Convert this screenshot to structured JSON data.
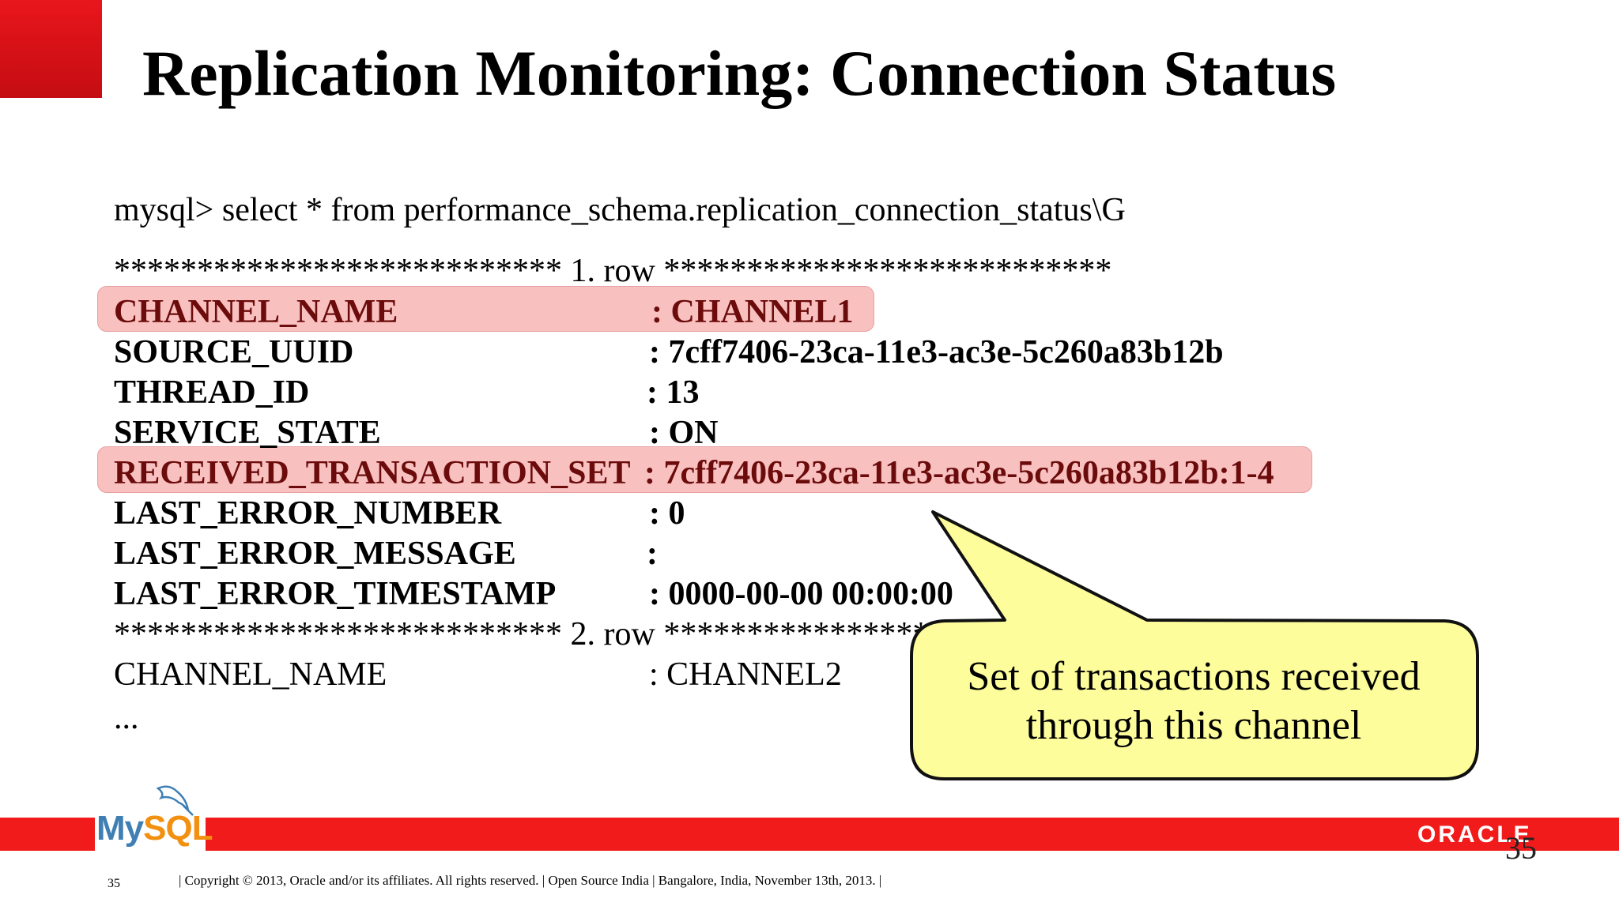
{
  "slide": {
    "title": "Replication Monitoring: Connection Status",
    "query": "mysql> select * from  performance_schema.replication_connection_status\\G",
    "row1_separator": "*************************** 1. row ***************************",
    "row1_fields": [
      {
        "name": "CHANNEL_NAME",
        "value": ": CHANNEL1"
      },
      {
        "name": "SOURCE_UUID",
        "value": ": 7cff7406-23ca-11e3-ac3e-5c260a83b12b"
      },
      {
        "name": "THREAD_ID",
        "value": ": 13"
      },
      {
        "name": "SERVICE_STATE",
        "value": ": ON"
      },
      {
        "name": "RECEIVED_TRANSACTION_SET",
        "value": ": 7cff7406-23ca-11e3-ac3e-5c260a83b12b:1-4"
      },
      {
        "name": "LAST_ERROR_NUMBER",
        "value": ": 0"
      },
      {
        "name": "LAST_ERROR_MESSAGE",
        "value": ":"
      },
      {
        "name": "LAST_ERROR_TIMESTAMP",
        "value": ": 0000-00-00 00:00:00"
      }
    ],
    "row2_separator": "*************************** 2. row ***************************",
    "row2_fields": [
      {
        "name": "CHANNEL_NAME",
        "value": ": CHANNEL2"
      }
    ],
    "ellipsis": "...",
    "callout_text": "Set of transactions received through this channel",
    "slide_number": "35",
    "page_number_small": "35",
    "copyright": "| Copyright © 2013, Oracle and/or its affiliates. All rights reserved. | Open Source India | Bangalore, India, November 13th, 2013. |"
  },
  "logos": {
    "mysql_my": "My",
    "mysql_sql": "SQL",
    "oracle": "ORACLE"
  },
  "colors": {
    "accent_red": "#f21b1b",
    "highlight_pink": "#f9c0c0",
    "callout_yellow": "#fdfd9c"
  }
}
